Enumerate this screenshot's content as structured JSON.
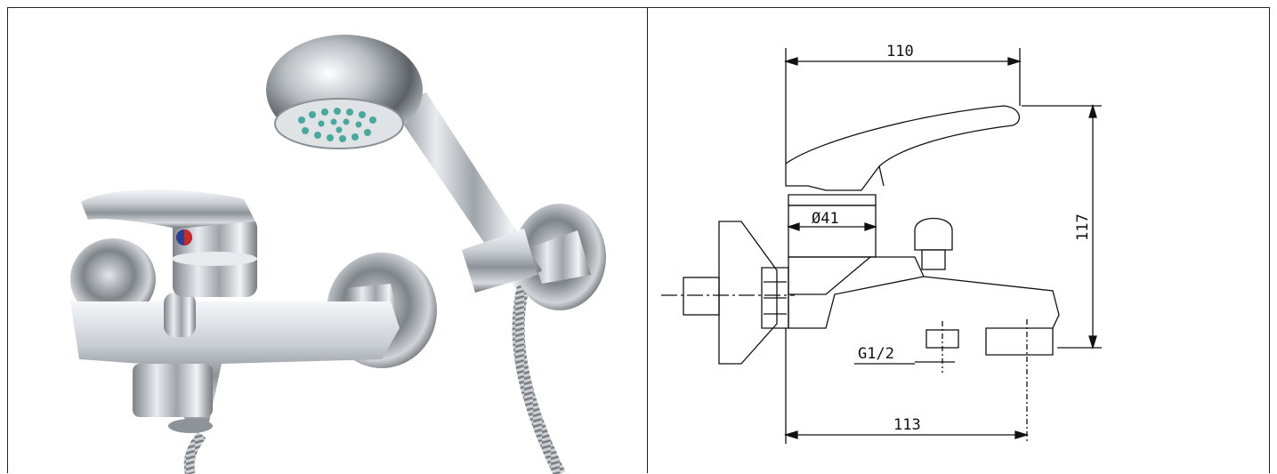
{
  "drawing": {
    "dimensions": {
      "top_width": "110",
      "body_diameter": "Ø41",
      "height": "117",
      "thread": "G1/2",
      "bottom_width": "113"
    }
  },
  "colors": {
    "chrome_dark": "#5a5e63",
    "chrome_light": "#f4f6f8",
    "nozzle_teal": "#4aa79c",
    "line": "#111111"
  }
}
